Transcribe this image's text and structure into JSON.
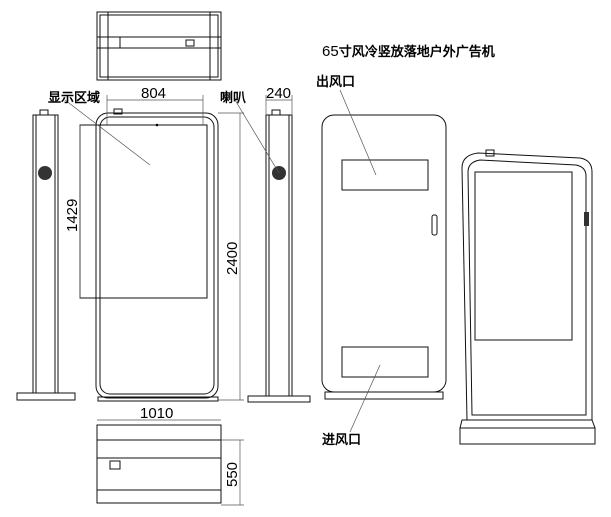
{
  "title": {
    "prefix": "65",
    "text": "寸风冷竖放落地户外广告机"
  },
  "labels": {
    "display_area": "显示区域",
    "speaker": "喇叭",
    "air_outlet": "出风口",
    "air_inlet": "进风口"
  },
  "dimensions": {
    "display_width": "804",
    "display_height": "1429",
    "total_height": "2400",
    "depth": "240",
    "base_width": "1010",
    "base_depth": "550"
  }
}
